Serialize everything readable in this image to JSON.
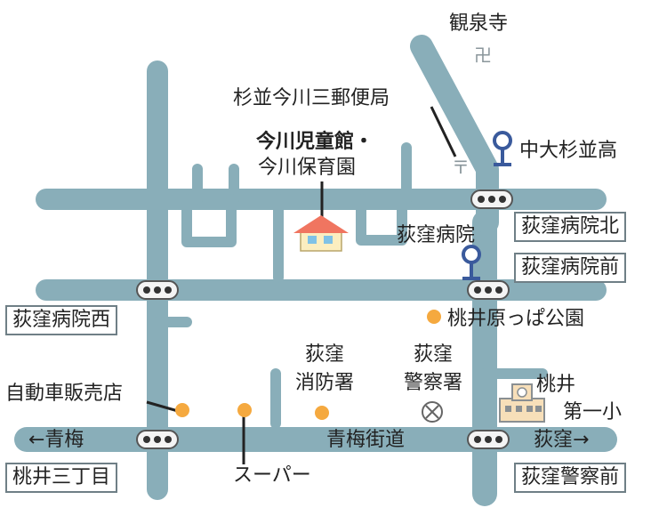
{
  "colors": {
    "road": "#89aeb9",
    "signal_fill": "#f4f4f4",
    "signal_stroke": "#555555",
    "poi_orange": "#f5a93f",
    "bus_stop": "#3a5a9c",
    "building_roof": "#f07560",
    "building_wall": "#fbeec0",
    "school_wall": "#f7dfb9"
  },
  "labels": {
    "temple": "観泉寺",
    "temple_symbol": "卍",
    "post_office": "杉並今川三郵便局",
    "post_symbol": "〒",
    "kodomo_line1": "今川児童館・",
    "kodomo_line2": "今川保育園",
    "bus_chudai": "中大杉並高",
    "bus_hospital": "荻窪病院",
    "park": "桃井原っぱ公園",
    "fire_line1": "荻窪",
    "fire_line2": "消防署",
    "police_line1": "荻窪",
    "police_line2": "警察署",
    "school_line1": "桃井",
    "school_line2": "第一小",
    "car_dealer": "自動車販売店",
    "ome": "←青梅",
    "ome_kaido": "青梅街道",
    "ogikubo": "荻窪→",
    "supermarket": "スーパー"
  },
  "boxed_labels": {
    "hospital_north": "荻窪病院北",
    "hospital_front": "荻窪病院前",
    "hospital_west": "荻窪病院西",
    "momoi_3chome": "桃井三丁目",
    "police_front": "荻窪警察前"
  },
  "icons": {
    "traffic_signal": "traffic-signal-icon",
    "bus_stop": "bus-stop-icon",
    "police": "police-box-icon",
    "school": "school-icon",
    "kindergarten": "building-icon",
    "poi": "orange-dot-icon"
  }
}
